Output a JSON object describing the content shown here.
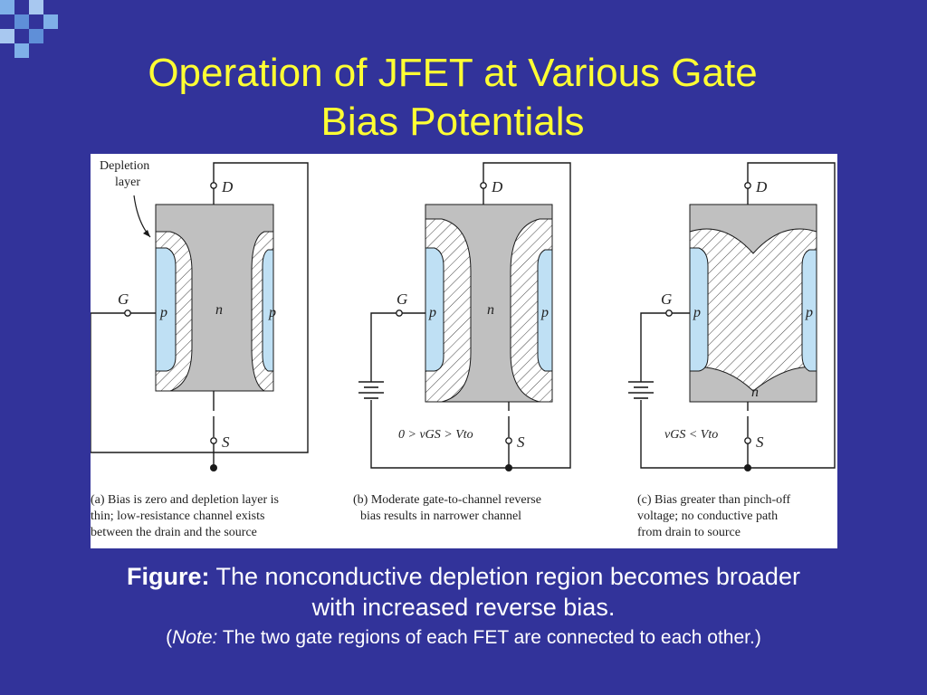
{
  "slide": {
    "title_line1": "Operation of JFET at Various Gate",
    "title_line2": "Bias Potentials"
  },
  "figure": {
    "callout": {
      "line1": "Depletion",
      "line2": "layer"
    },
    "terminals": {
      "drain": "D",
      "gate": "G",
      "source": "S"
    },
    "regions": {
      "p": "p",
      "n": "n"
    },
    "panels": [
      {
        "bias_label": "",
        "caption_lines": [
          "(a) Bias is zero and depletion layer is",
          "thin; low-resistance channel exists",
          "between the drain and the source"
        ]
      },
      {
        "bias_label": "0 > vGS > Vto",
        "caption_lines": [
          "(b) Moderate gate-to-channel reverse",
          "bias results in narrower channel"
        ]
      },
      {
        "bias_label": "vGS < Vto",
        "caption_lines": [
          "(c) Bias greater than pinch-off",
          "voltage; no conductive path",
          "from drain to source"
        ]
      }
    ],
    "colors": {
      "channel": "#c0c0c0",
      "p_region": "#bfe0f4",
      "wire": "#1a1a1a"
    }
  },
  "caption": {
    "figure_label": "Figure:",
    "figure_text": "The nonconductive depletion region becomes broader",
    "figure_text_line2": "with increased reverse bias.",
    "note_open": "(",
    "note_label": "Note:",
    "note_text": "The two gate regions of each FET are connected to each other.)"
  }
}
